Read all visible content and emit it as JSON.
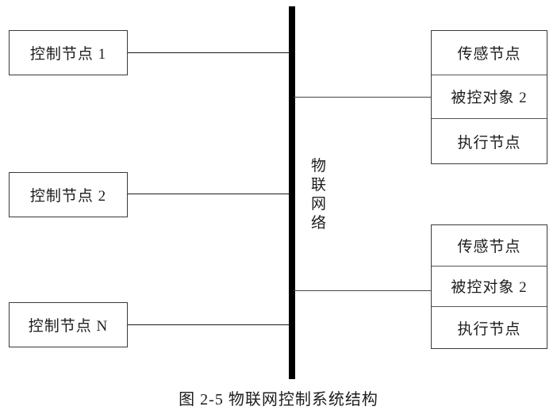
{
  "figure": {
    "caption": "图 2-5 物联网控制系统结构"
  },
  "network": {
    "label_chars": [
      "物",
      "联",
      "网",
      "络"
    ],
    "label": "物联网络",
    "bar_color": "#000000"
  },
  "control_nodes": [
    {
      "label": "控制节点 1"
    },
    {
      "label": "控制节点 2"
    },
    {
      "label": "控制节点 N"
    }
  ],
  "controlled_objects": [
    {
      "cells": [
        {
          "label": "传感节点"
        },
        {
          "label": "被控对象 2"
        },
        {
          "label": "执行节点"
        }
      ]
    },
    {
      "cells": [
        {
          "label": "传感节点"
        },
        {
          "label": "被控对象 2"
        },
        {
          "label": "执行节点"
        }
      ]
    }
  ],
  "colors": {
    "box_border": "#3a3a3a",
    "cell_divider": "#555555",
    "line": "#454545",
    "text": "#1d1d1d",
    "background": "#ffffff"
  }
}
